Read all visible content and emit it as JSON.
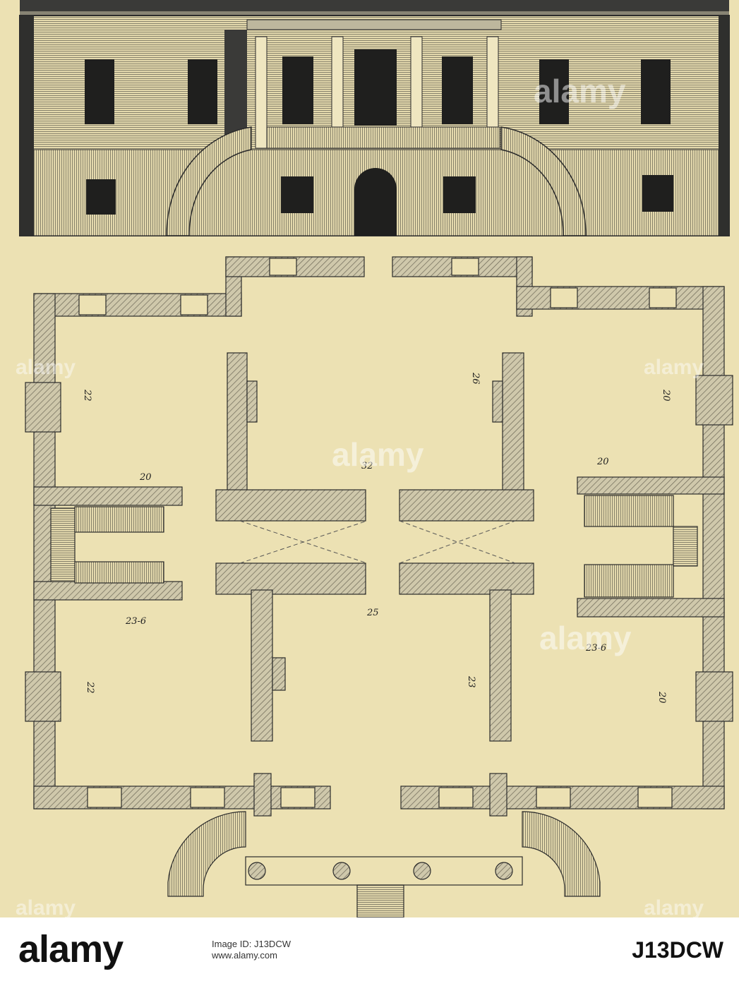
{
  "plate": {
    "room_labels": [
      "22",
      "20",
      "26",
      "20",
      "20",
      "32",
      "23-6",
      "25",
      "23-6",
      "22",
      "23",
      "20"
    ]
  },
  "watermark": {
    "text": "alamy"
  },
  "footer": {
    "logo": "alamy",
    "image_id_label": "Image ID: J13DCW",
    "site": "www.alamy.com",
    "code": "J13DCW"
  },
  "colors": {
    "paper": "#ece1b3",
    "ink": "#2b2b2b",
    "wall": "#c9c3a8",
    "footer_bg": "#ffffff"
  }
}
